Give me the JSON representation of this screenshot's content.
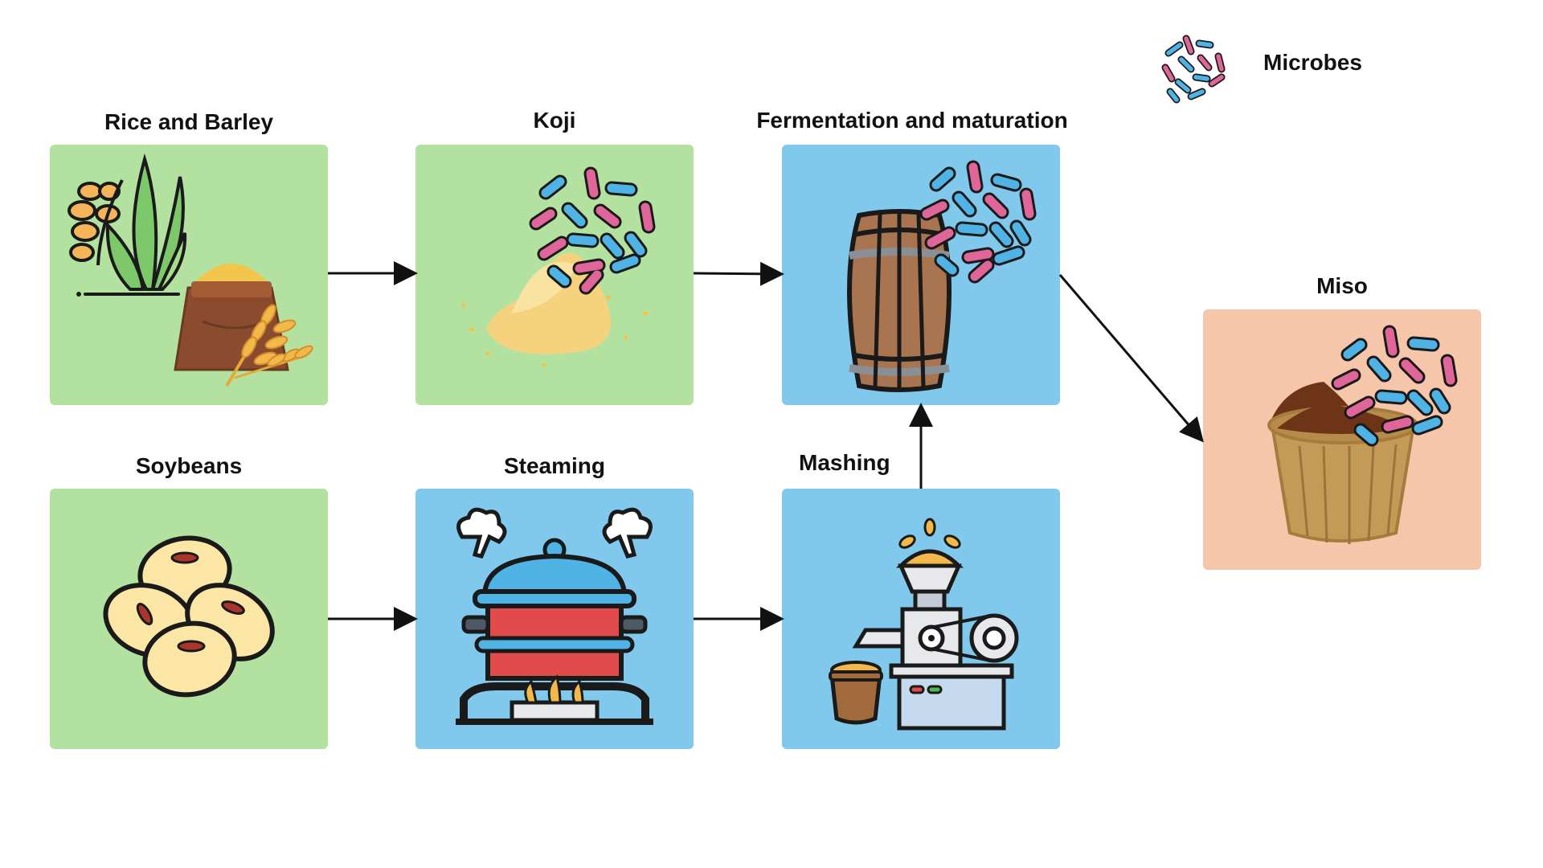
{
  "legend": {
    "label": "Microbes",
    "icon": "microbes-icon"
  },
  "steps": {
    "rice_barley": {
      "label": "Rice and Barley",
      "icon": "grain-sack-icon"
    },
    "koji": {
      "label": "Koji",
      "icon": "koji-microbes-icon"
    },
    "fermentation": {
      "label": "Fermentation and maturation",
      "icon": "barrel-microbes-icon"
    },
    "miso": {
      "label": "Miso",
      "icon": "miso-bowl-icon"
    },
    "soybeans": {
      "label": "Soybeans",
      "icon": "soybeans-icon"
    },
    "steaming": {
      "label": "Steaming",
      "icon": "steaming-pot-icon"
    },
    "mashing": {
      "label": "Mashing",
      "icon": "mashing-machine-icon"
    }
  },
  "colors": {
    "ingredient_box": "#b3e2a0",
    "process_box": "#80c9ec",
    "product_box": "#f6c6ab",
    "microbe_pink": "#e0669a",
    "microbe_blue": "#4fb3e6"
  }
}
